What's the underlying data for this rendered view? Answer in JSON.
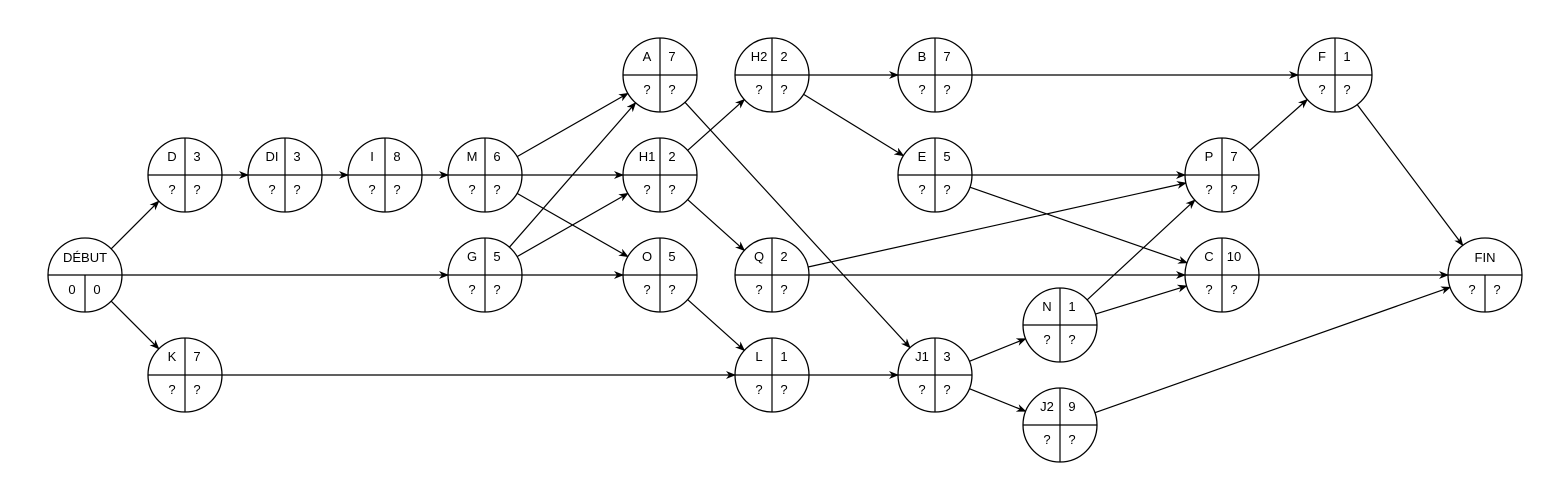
{
  "diagram": {
    "nodes": [
      {
        "id": "DEBUT",
        "name": "DÉBUT",
        "kind": "start",
        "a": "0",
        "b": "0"
      },
      {
        "id": "D",
        "name": "D",
        "duration": "3",
        "a": "?",
        "b": "?"
      },
      {
        "id": "DI",
        "name": "DI",
        "duration": "3",
        "a": "?",
        "b": "?"
      },
      {
        "id": "I",
        "name": "I",
        "duration": "8",
        "a": "?",
        "b": "?"
      },
      {
        "id": "M",
        "name": "M",
        "duration": "6",
        "a": "?",
        "b": "?"
      },
      {
        "id": "G",
        "name": "G",
        "duration": "5",
        "a": "?",
        "b": "?"
      },
      {
        "id": "K",
        "name": "K",
        "duration": "7",
        "a": "?",
        "b": "?"
      },
      {
        "id": "A",
        "name": "A",
        "duration": "7",
        "a": "?",
        "b": "?"
      },
      {
        "id": "H1",
        "name": "H1",
        "duration": "2",
        "a": "?",
        "b": "?"
      },
      {
        "id": "O",
        "name": "O",
        "duration": "5",
        "a": "?",
        "b": "?"
      },
      {
        "id": "H2",
        "name": "H2",
        "duration": "2",
        "a": "?",
        "b": "?"
      },
      {
        "id": "Q",
        "name": "Q",
        "duration": "2",
        "a": "?",
        "b": "?"
      },
      {
        "id": "L",
        "name": "L",
        "duration": "1",
        "a": "?",
        "b": "?"
      },
      {
        "id": "B",
        "name": "B",
        "duration": "7",
        "a": "?",
        "b": "?"
      },
      {
        "id": "E",
        "name": "E",
        "duration": "5",
        "a": "?",
        "b": "?"
      },
      {
        "id": "J1",
        "name": "J1",
        "duration": "3",
        "a": "?",
        "b": "?"
      },
      {
        "id": "N",
        "name": "N",
        "duration": "1",
        "a": "?",
        "b": "?"
      },
      {
        "id": "J2",
        "name": "J2",
        "duration": "9",
        "a": "?",
        "b": "?"
      },
      {
        "id": "P",
        "name": "P",
        "duration": "7",
        "a": "?",
        "b": "?"
      },
      {
        "id": "C",
        "name": "C",
        "duration": "10",
        "a": "?",
        "b": "?"
      },
      {
        "id": "F",
        "name": "F",
        "duration": "1",
        "a": "?",
        "b": "?"
      },
      {
        "id": "FIN",
        "name": "FIN",
        "kind": "end",
        "a": "?",
        "b": "?"
      }
    ],
    "edges": [
      [
        "DEBUT",
        "D"
      ],
      [
        "DEBUT",
        "G"
      ],
      [
        "DEBUT",
        "K"
      ],
      [
        "D",
        "DI"
      ],
      [
        "DI",
        "I"
      ],
      [
        "I",
        "M"
      ],
      [
        "M",
        "A"
      ],
      [
        "M",
        "H1"
      ],
      [
        "M",
        "O"
      ],
      [
        "G",
        "A"
      ],
      [
        "G",
        "H1"
      ],
      [
        "G",
        "O"
      ],
      [
        "K",
        "L"
      ],
      [
        "A",
        "J1"
      ],
      [
        "H1",
        "H2"
      ],
      [
        "H1",
        "Q"
      ],
      [
        "O",
        "L"
      ],
      [
        "H2",
        "B"
      ],
      [
        "H2",
        "E"
      ],
      [
        "Q",
        "P"
      ],
      [
        "Q",
        "C"
      ],
      [
        "L",
        "J1"
      ],
      [
        "B",
        "F"
      ],
      [
        "E",
        "P"
      ],
      [
        "E",
        "C"
      ],
      [
        "J1",
        "N"
      ],
      [
        "J1",
        "J2"
      ],
      [
        "N",
        "P"
      ],
      [
        "N",
        "C"
      ],
      [
        "J2",
        "FIN"
      ],
      [
        "P",
        "F"
      ],
      [
        "C",
        "FIN"
      ],
      [
        "F",
        "FIN"
      ]
    ]
  }
}
